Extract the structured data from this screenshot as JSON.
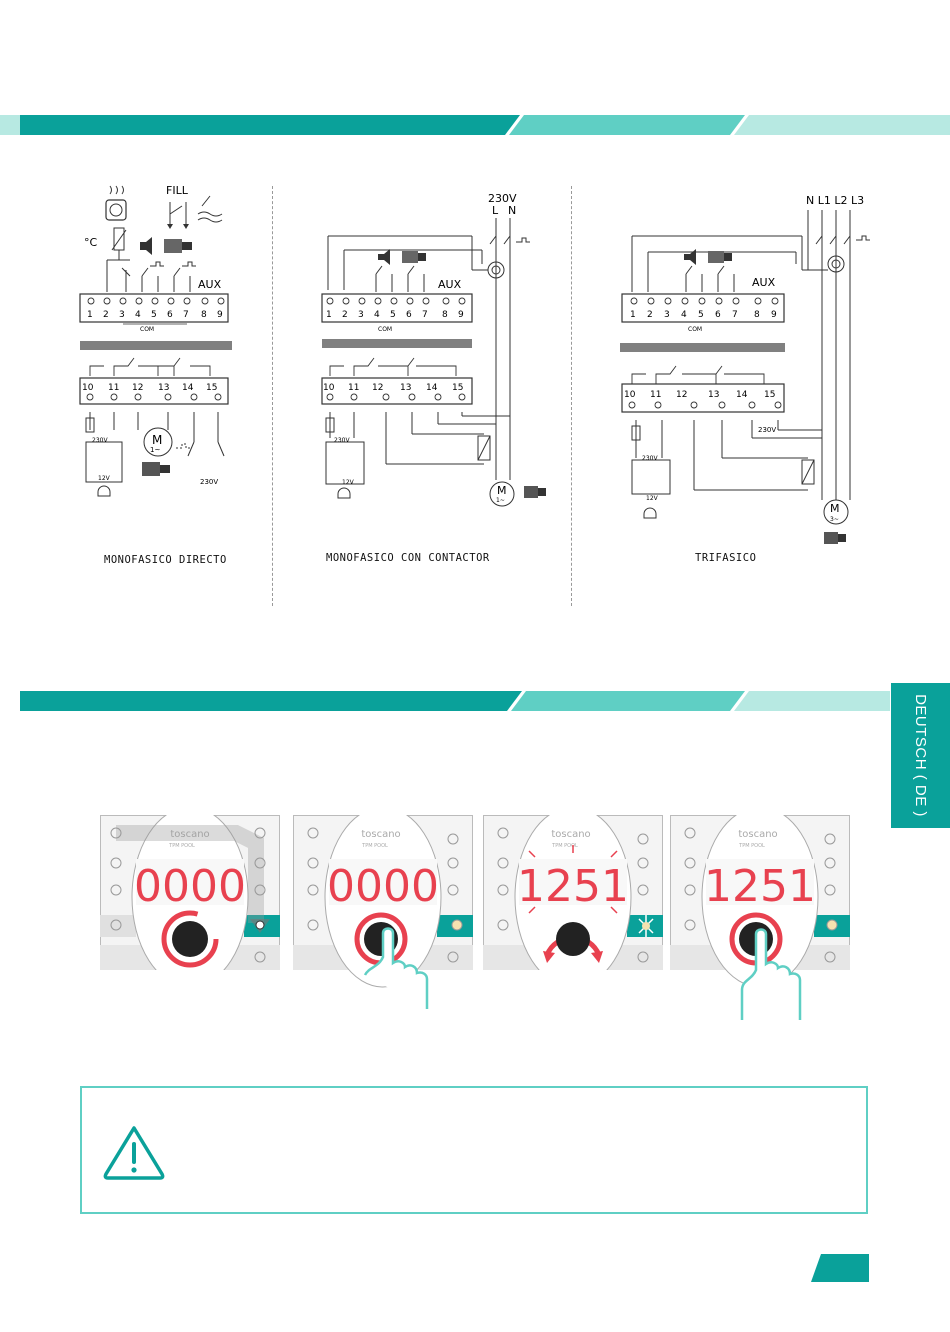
{
  "colors": {
    "teal_dark": "#0aa19a",
    "teal_mid": "#5fcfc4",
    "teal_light": "#b7e9e2",
    "display_red": "#e8414f",
    "ring_red": "#e8414f",
    "gray_bar": "#808080"
  },
  "side_tab": {
    "label": "DEUTSCH ( DE )"
  },
  "diagrams": [
    {
      "caption": "MONOFASICO  DIRECTO",
      "labels": {
        "fill": "FILL",
        "deg": "°C",
        "aux": "AUX",
        "com": "COM",
        "v230": "230V",
        "v12": "12V",
        "v230b": "230V",
        "motor": "M",
        "phase": "1~"
      },
      "terminals_top": [
        "1",
        "2",
        "3",
        "4",
        "5",
        "6",
        "7",
        "8",
        "9"
      ],
      "terminals_bottom": [
        "10",
        "11",
        "12",
        "13",
        "14",
        "15"
      ]
    },
    {
      "caption": "MONOFASICO  CON  CONTACTOR",
      "labels": {
        "supply": "230V",
        "l": "L",
        "n": "N",
        "aux": "AUX",
        "com": "COM",
        "v230": "230V",
        "v12": "12V",
        "motor": "M",
        "phase": "1~"
      },
      "terminals_top": [
        "1",
        "2",
        "3",
        "4",
        "5",
        "6",
        "7",
        "8",
        "9"
      ],
      "terminals_bottom": [
        "10",
        "11",
        "12",
        "13",
        "14",
        "15"
      ]
    },
    {
      "caption": "TRIFASICO",
      "labels": {
        "lines": "N L1 L2 L3",
        "aux": "AUX",
        "com": "COM",
        "v230": "230V",
        "v230b": "230V",
        "v12": "12V",
        "motor": "M",
        "phase": "3~"
      },
      "terminals_top": [
        "1",
        "2",
        "3",
        "4",
        "5",
        "6",
        "7",
        "8",
        "9"
      ],
      "terminals_bottom": [
        "10",
        "11",
        "12",
        "13",
        "14",
        "15"
      ]
    }
  ],
  "panels": [
    {
      "brand": "toscano",
      "model": "TPM POOL",
      "display": "0000",
      "display_dim": false,
      "action": "rotate"
    },
    {
      "brand": "toscano",
      "model": "TPM POOL",
      "display": "0000",
      "display_dim": false,
      "action": "press"
    },
    {
      "brand": "toscano",
      "model": "TPM POOL",
      "display": "1251",
      "display_dim": true,
      "action": "rotate-both"
    },
    {
      "brand": "toscano",
      "model": "TPM POOL",
      "display": "1251",
      "display_dim": true,
      "action": "press"
    }
  ],
  "warning": {
    "icon": "warning-triangle-icon"
  }
}
